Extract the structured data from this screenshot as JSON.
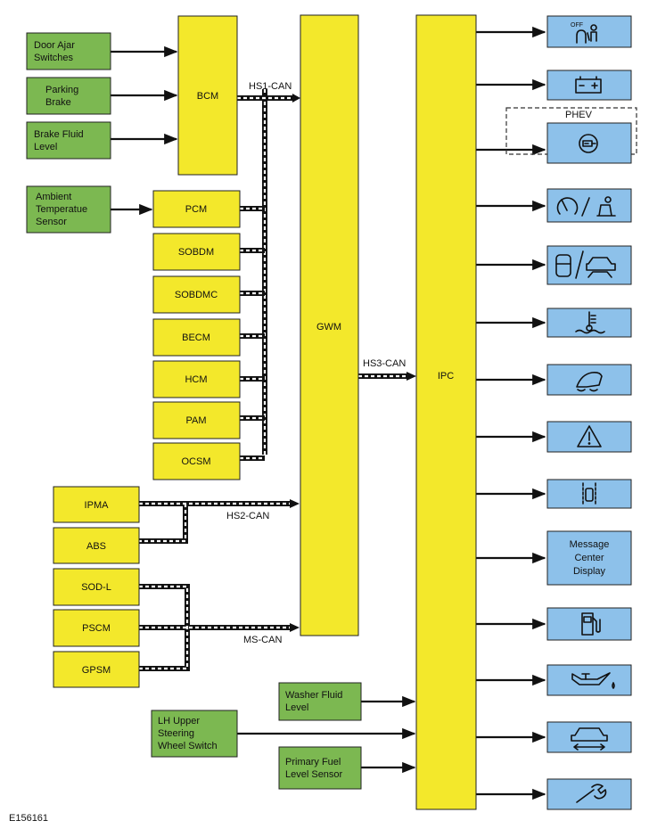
{
  "figure_id": "E156161",
  "colors": {
    "module": "#f3e82b",
    "input": "#7cb851",
    "indicator": "#8dc1ea",
    "line": "#111111"
  },
  "modules": {
    "bcm": "BCM",
    "pcm": "PCM",
    "sobdm": "SOBDM",
    "sobdmc": "SOBDMC",
    "becm": "BECM",
    "hcm": "HCM",
    "pam": "PAM",
    "ocsm": "OCSM",
    "ipma": "IPMA",
    "abs": "ABS",
    "sodl": "SOD-L",
    "pscm": "PSCM",
    "gpsm": "GPSM",
    "gwm": "GWM",
    "ipc": "IPC"
  },
  "inputs": {
    "door_ajar": [
      "Door Ajar",
      "Switches"
    ],
    "parking_brake": [
      "Parking",
      "Brake"
    ],
    "brake_fluid": [
      "Brake Fluid",
      "Level"
    ],
    "ambient_temp": [
      "Ambient",
      "Temperatue",
      "Sensor"
    ],
    "washer_fluid": [
      "Washer Fluid",
      "Level"
    ],
    "steering_switch": [
      "LH Upper",
      "Steering",
      "Wheel Switch"
    ],
    "fuel_sensor": [
      "Primary Fuel",
      "Level Sensor"
    ]
  },
  "buses": {
    "hs1": "HS1-CAN",
    "hs2": "HS2-CAN",
    "hs3": "HS3-CAN",
    "ms": "MS-CAN"
  },
  "phev_label": "PHEV",
  "message_center": [
    "Message",
    "Center",
    "Display"
  ],
  "indicator_icons": [
    "seatbelt-off-icon",
    "battery-icon",
    "plug-in-charge-icon",
    "cruise-control-icon",
    "door-open-icon",
    "coolant-temperature-icon",
    "traction-control-icon",
    "warning-triangle-icon",
    "lane-keeping-icon",
    "message-center-display",
    "fuel-pump-icon",
    "oil-pressure-icon",
    "tire-pressure-icon",
    "wrench-icon"
  ]
}
